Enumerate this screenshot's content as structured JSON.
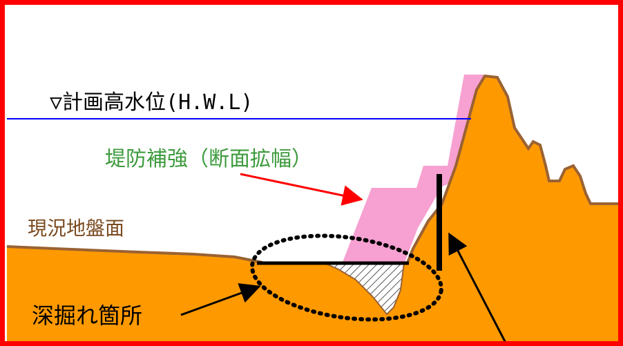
{
  "labels": {
    "hwl": "▽計画高水位(H.W.L)",
    "reinforcement": "堤防補強（断面拡幅）",
    "ground": "現況地盤面",
    "scour": "深掘れ箇所"
  },
  "colors": {
    "frame": "#ff0000",
    "ground_fill": "#ff9900",
    "ground_outline": "#9a6233",
    "reinforcement_fill": "#f7a0d2",
    "water_line": "#0000ff",
    "arrow_red": "#ff0000",
    "arrow_black": "#000000",
    "hatch": "#555555",
    "dashed_ellipse": "#000000"
  }
}
